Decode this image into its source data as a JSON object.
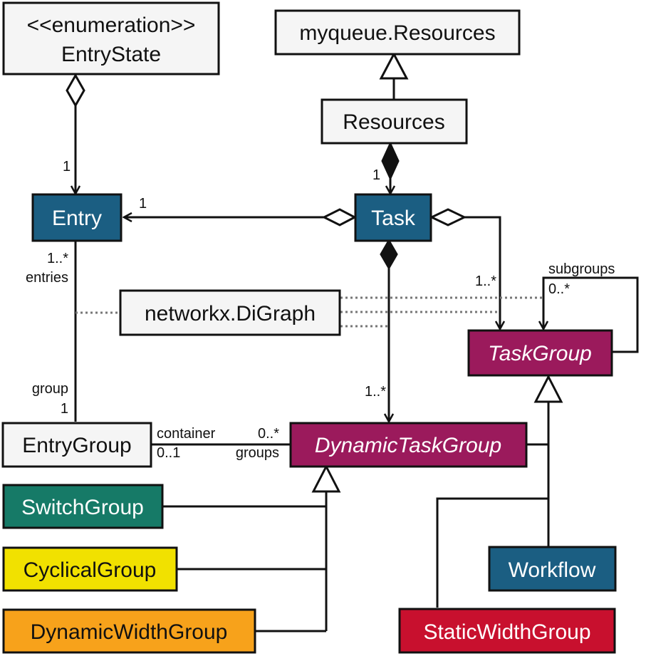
{
  "colors": {
    "light": "#f5f5f5",
    "blue": "#1b5e82",
    "magenta": "#9b1a5c",
    "green": "#167a67",
    "yellow": "#f1e100",
    "orange": "#f7a21b",
    "red": "#c8102e",
    "line": "#111111",
    "dotted": "#777777"
  },
  "classes": {
    "entry_state_stereotype": "<<enumeration>>",
    "entry_state": "EntryState",
    "myqueue_resources": "myqueue.Resources",
    "resources": "Resources",
    "entry": "Entry",
    "task": "Task",
    "networkx_digraph": "networkx.DiGraph",
    "task_group": "TaskGroup",
    "entry_group": "EntryGroup",
    "dynamic_task_group": "DynamicTaskGroup",
    "switch_group": "SwitchGroup",
    "cyclical_group": "CyclicalGroup",
    "dynamic_width_group": "DynamicWidthGroup",
    "workflow": "Workflow",
    "static_width_group": "StaticWidthGroup"
  },
  "labels": {
    "entrystate_entry_mult": "1",
    "task_entry_mult": "1",
    "resources_task_mult": "1",
    "entry_mult": "1..*",
    "entry_role": "entries",
    "group_role": "group",
    "group_mult": "1",
    "task_taskgroup_mult": "1..*",
    "subgroups_role": "subgroups",
    "subgroups_mult": "0..*",
    "task_dynamic_mult": "1..*",
    "container_role": "container",
    "container_mult": "0..1",
    "groups_mult": "0..*",
    "groups_role": "groups"
  }
}
